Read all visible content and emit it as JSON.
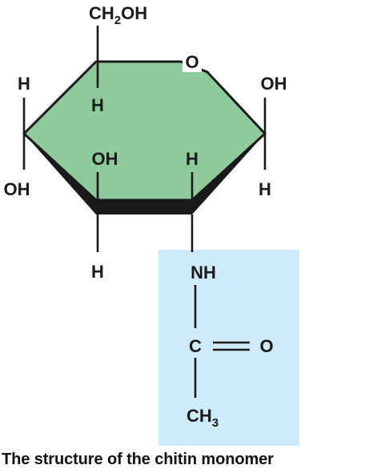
{
  "diagram": {
    "ring_oxygen": "O",
    "substituents": {
      "c6_group": {
        "main": "CH",
        "sub": "2",
        "tail": "OH"
      },
      "c5_h": "H",
      "c4_h_up": "H",
      "c4_oh_down": "OH",
      "c3_oh_up": "OH",
      "c3_h_down": "H",
      "c2_h_up": "H",
      "c1_oh_up": "OH",
      "c1_h_down": "H"
    },
    "acetylamino_group": {
      "nh": "NH",
      "carbon": "C",
      "carbonyl_oxygen": "O",
      "methyl": {
        "main": "CH",
        "sub": "3"
      }
    },
    "colors": {
      "ring_fill": "#8ecb9c",
      "highlight_fill": "#cfeaf8",
      "bond": "#1a1a1a"
    }
  },
  "caption": "The structure of the chitin monomer"
}
